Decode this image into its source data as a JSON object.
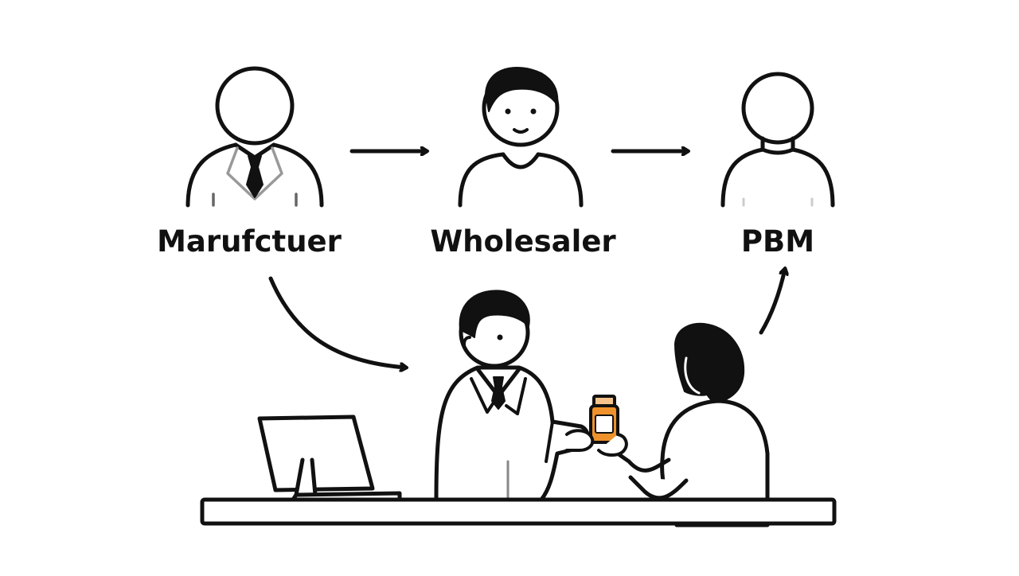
{
  "diagram": {
    "labels": {
      "manufacturer": "Marufctuer",
      "wholesaler": "Wholesaler",
      "pbm": "PBM"
    },
    "nodes": [
      {
        "id": "manufacturer",
        "icon": "person-in-suit-icon"
      },
      {
        "id": "wholesaler",
        "icon": "person-icon"
      },
      {
        "id": "pbm",
        "icon": "person-outline-icon"
      },
      {
        "id": "pharmacist",
        "icon": "pharmacist-icon"
      },
      {
        "id": "patient",
        "icon": "patient-icon"
      },
      {
        "id": "computer",
        "icon": "computer-monitor-icon"
      },
      {
        "id": "medicine",
        "icon": "pill-bottle-icon"
      }
    ],
    "edges": [
      {
        "from": "manufacturer",
        "to": "wholesaler"
      },
      {
        "from": "wholesaler",
        "to": "pbm"
      },
      {
        "from": "manufacturer",
        "to": "pharmacist"
      },
      {
        "from": "patient",
        "to": "pbm"
      }
    ]
  },
  "colors": {
    "stroke": "#111111",
    "suit_accent": "#9a9a9a",
    "bottle_orange": "#f0922b",
    "background": "#ffffff"
  }
}
